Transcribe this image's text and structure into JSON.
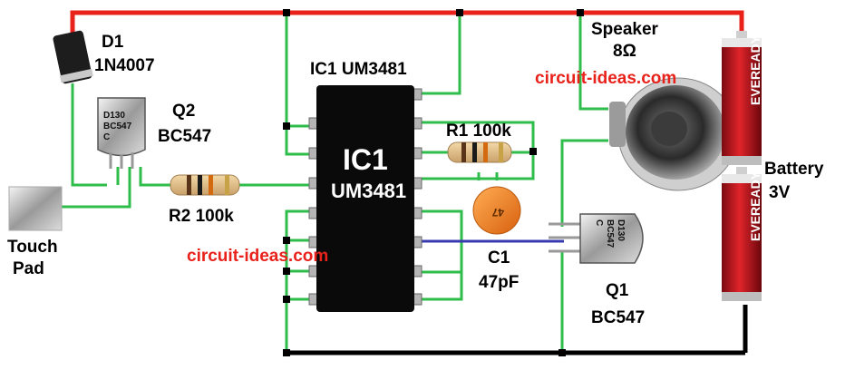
{
  "labels": {
    "d1_name": "D1",
    "d1_part": "1N4007",
    "q2_name": "Q2",
    "q2_part": "BC547",
    "ic_title": "IC1 UM3481",
    "ic_body_line1": "IC1",
    "ic_body_line2": "UM3481",
    "r1": "R1 100k",
    "r2": "R2 100k",
    "speaker_name": "Speaker",
    "speaker_value": "8Ω",
    "battery_name": "Battery",
    "battery_value": "3V",
    "c1_name": "C1",
    "c1_value": "47pF",
    "q1_name": "Q1",
    "q1_part": "BC547",
    "touch_line1": "Touch",
    "touch_line2": "Pad",
    "watermark_top": "circuit-ideas.com",
    "watermark_mid": "circuit-ideas.com",
    "transistor_marking_line1": "D130",
    "transistor_marking_line2": "BC547",
    "transistor_marking_line3": "C",
    "capacitor_marking": "47",
    "battery_brand": "EVEREADY"
  },
  "colors": {
    "positive_rail": "#e8221b",
    "ground_rail": "#000000",
    "signal_wire": "#2ebd4a",
    "output_wire": "#3939b0",
    "ic_body": "#0a0a0a",
    "capacitor": "#f07a1c",
    "battery": "#c8161d",
    "watermark": "#e8221b"
  }
}
